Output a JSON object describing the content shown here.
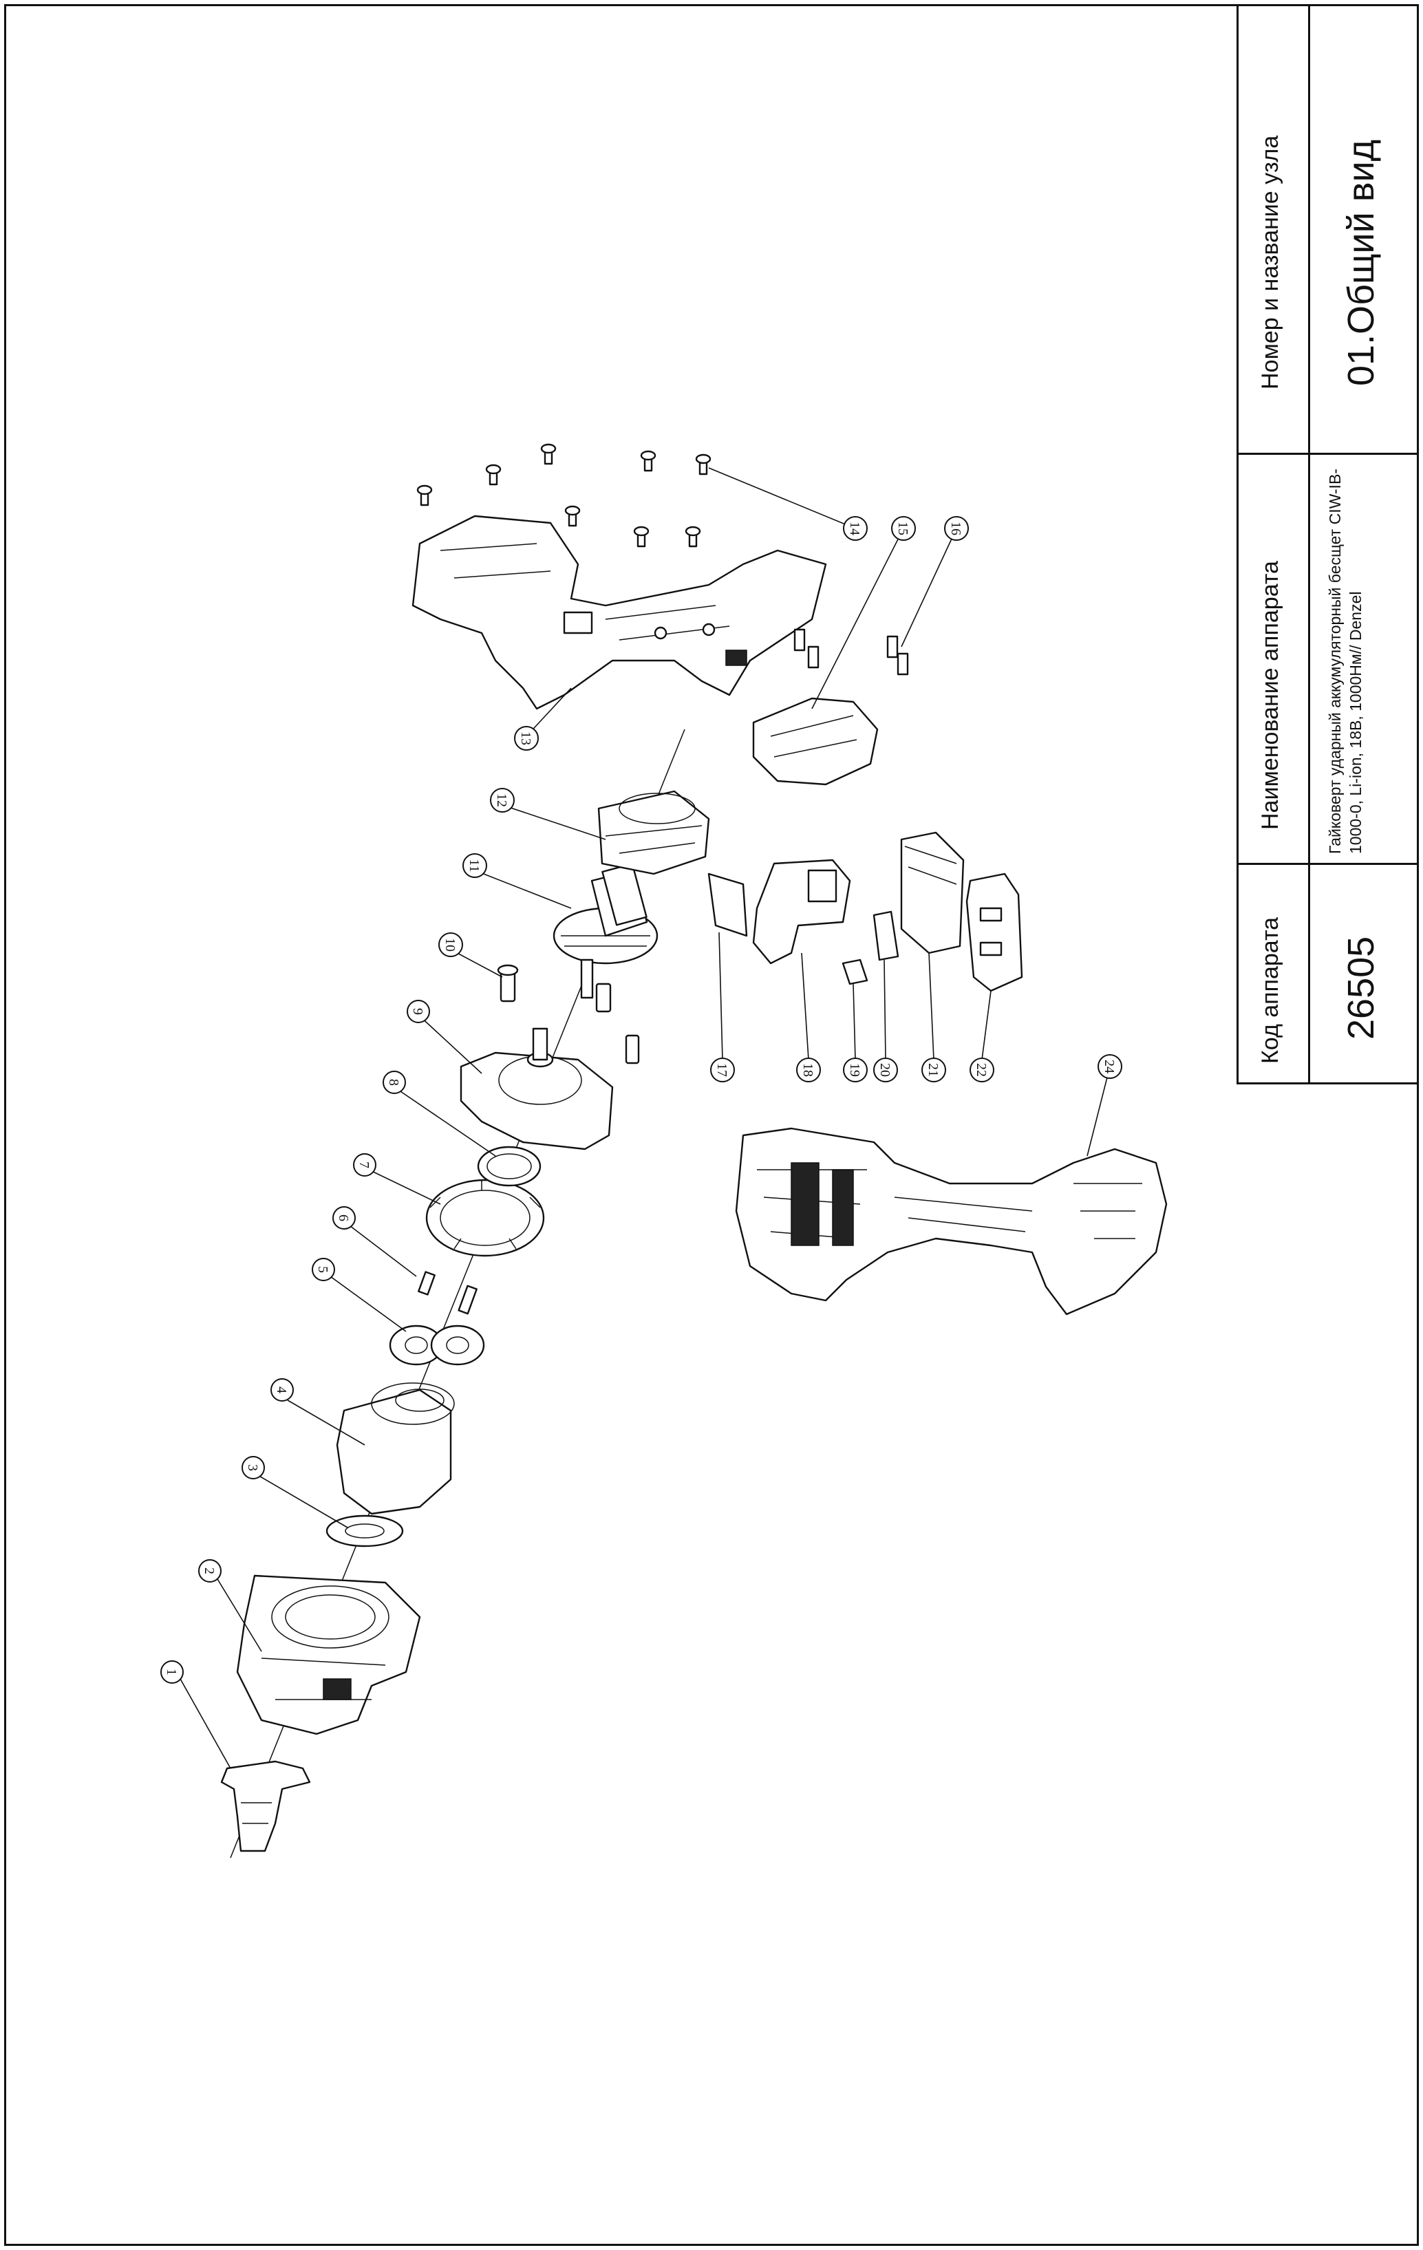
{
  "title_block": {
    "code_header": "Код аппарата",
    "code_value": "26505",
    "name_header": "Наименование аппарата",
    "name_value": "Гайковерт ударный аккумуляторный бесщет CIW-IB-1000-0, Li-ion, 18В, 1000Нм// Denzel",
    "node_header": "Номер и название узла",
    "node_value": "01.Общий вид"
  },
  "callouts": [
    "1",
    "2",
    "3",
    "4",
    "5",
    "6",
    "7",
    "8",
    "9",
    "10",
    "11",
    "12",
    "13",
    "14",
    "15",
    "16",
    "17",
    "18",
    "19",
    "20",
    "21",
    "22",
    "24"
  ]
}
